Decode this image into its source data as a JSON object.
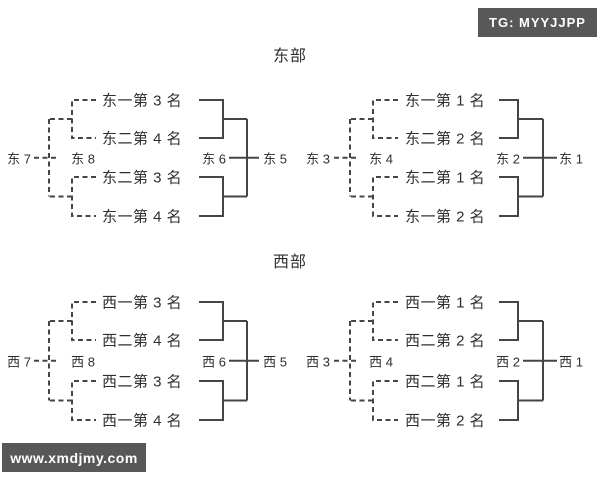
{
  "watermarks": {
    "tg": "TG: MYYJJPP",
    "site": "www.xmdjmy.com"
  },
  "theme": {
    "page_bg": "#ffffff",
    "text_color": "#2f2f2f",
    "line_color": "#454545",
    "badge_bg": "#58585a",
    "badge_text": "#ffffff"
  },
  "east": {
    "title": "东部",
    "left": {
      "teams": [
        "东一第 3 名",
        "东二第 4 名",
        "东二第 3 名",
        "东一第 4 名"
      ],
      "labels": {
        "outer": "东 7",
        "inner": "东 8",
        "semi": "东 6",
        "final": "东 5"
      }
    },
    "right": {
      "teams": [
        "东一第 1 名",
        "东二第 2 名",
        "东二第 1 名",
        "东一第 2 名"
      ],
      "labels": {
        "outer": "东 3",
        "inner": "东 4",
        "semi": "东 2",
        "final": "东 1"
      }
    }
  },
  "west": {
    "title": "西部",
    "left": {
      "teams": [
        "西一第 3 名",
        "西二第 4 名",
        "西二第 3 名",
        "西一第 4 名"
      ],
      "labels": {
        "outer": "西 7",
        "inner": "西 8",
        "semi": "西 6",
        "final": "西 5"
      }
    },
    "right": {
      "teams": [
        "西一第 1 名",
        "西二第 2 名",
        "西二第 1 名",
        "西一第 2 名"
      ],
      "labels": {
        "outer": "西 3",
        "inner": "西 4",
        "semi": "西 2",
        "final": "西 1"
      }
    }
  }
}
